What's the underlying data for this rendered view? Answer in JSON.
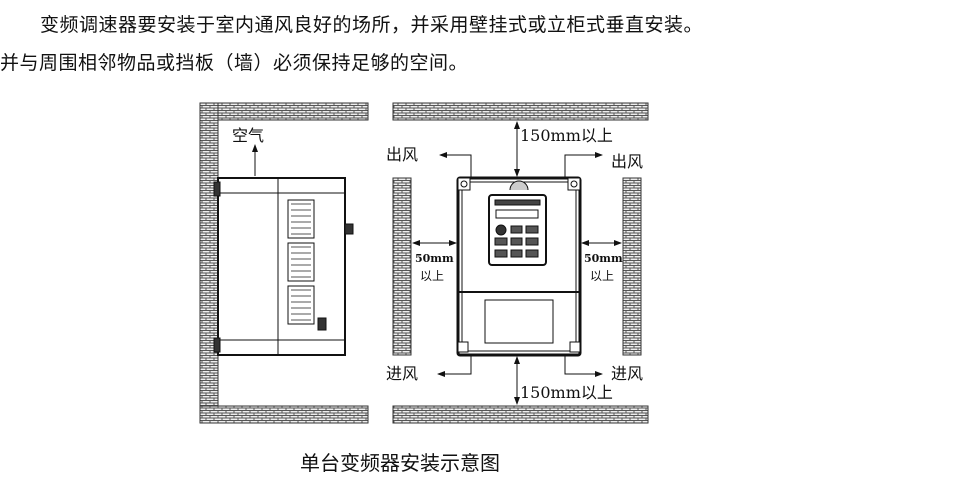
{
  "paragraph": {
    "line1": "变频调速器要安装于室内通风良好的场所，并采用壁挂式或立柜式垂直安装。",
    "line2": "并与周围相邻物品或挡板（墙）必须保持足够的空间。"
  },
  "diagram": {
    "side_view_label": "空气",
    "outlet_left": "出风",
    "outlet_right": "出风",
    "top_clearance": "150mm以上",
    "left_clearance": "50mm",
    "left_clearance_suffix": "以上",
    "right_clearance": "50mm",
    "right_clearance_suffix": "以上",
    "inlet_left": "进风",
    "inlet_right": "进风",
    "bottom_clearance": "150mm以上"
  },
  "caption": "单台变频器安装示意图"
}
